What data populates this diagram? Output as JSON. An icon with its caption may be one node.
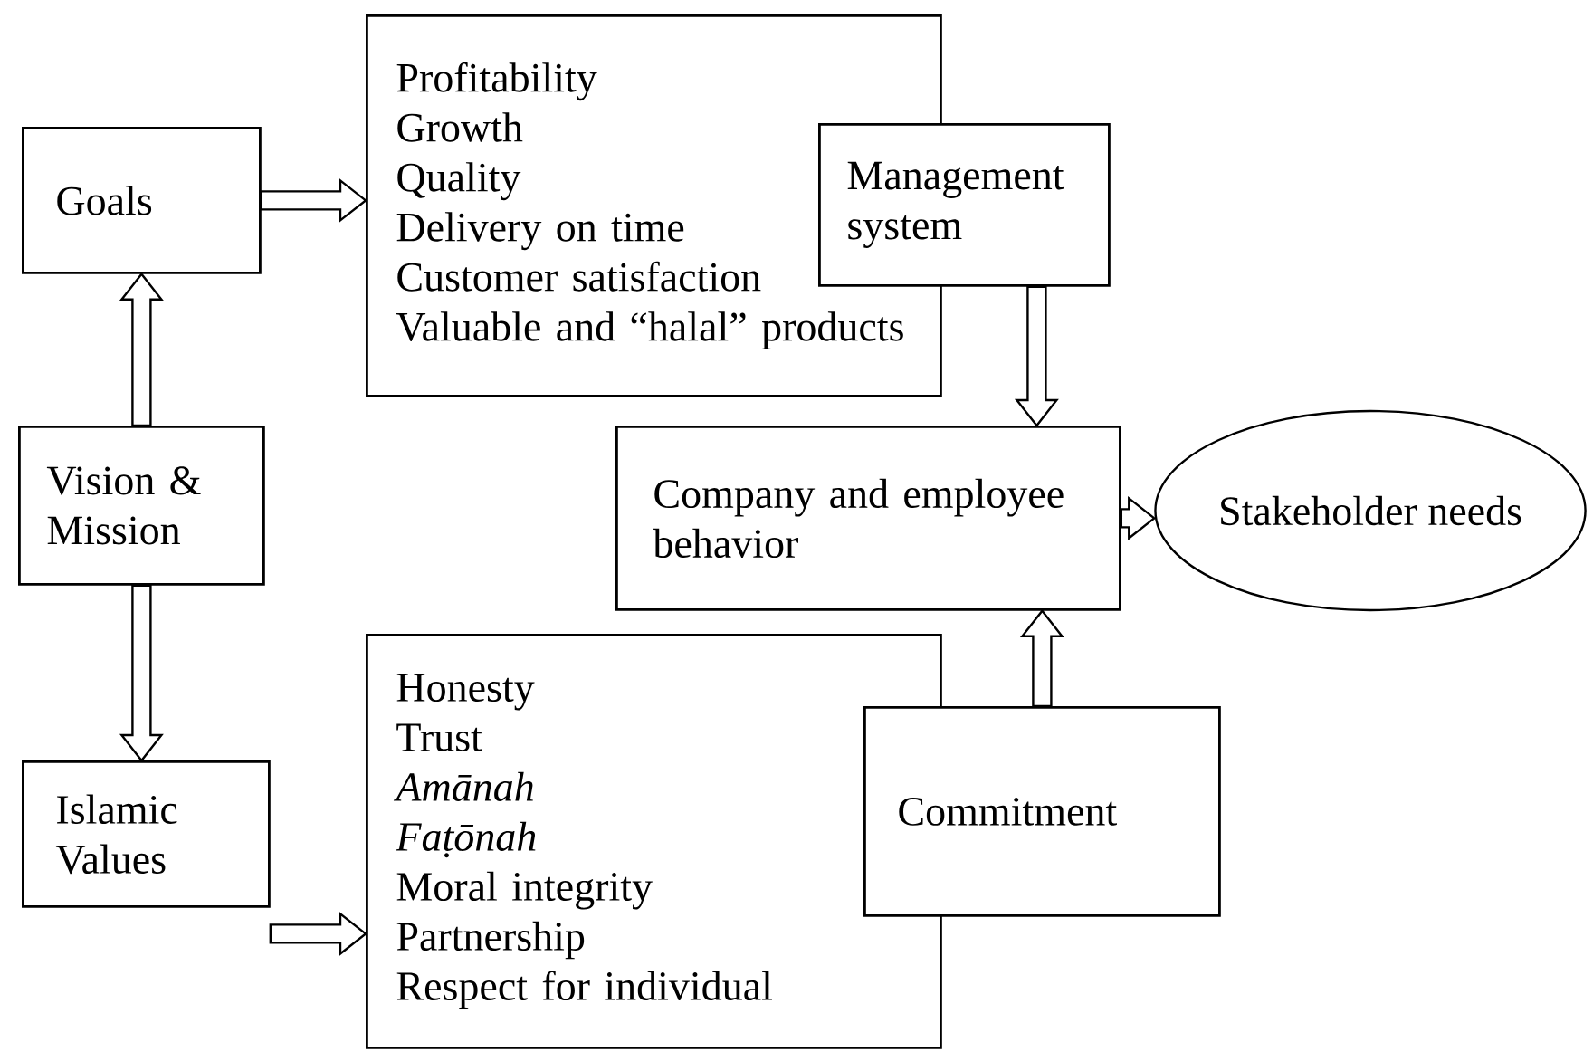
{
  "diagram": {
    "nodes": [
      {
        "text": [
          "Goals"
        ]
      },
      {
        "text": [
          "Profitability",
          "Growth",
          "Quality",
          "Delivery on time",
          "Customer satisfaction",
          "Valuable and “halal” products"
        ]
      },
      {
        "text": [
          "Management system"
        ]
      },
      {
        "text": [
          "Vision & Mission"
        ]
      },
      {
        "text": [
          "Islamic Values"
        ]
      },
      {
        "text": [
          "Honesty",
          "Trust",
          "Amānah",
          "Faṭōnah",
          "Moral integrity",
          "Partnership",
          "Respect for individual"
        ]
      },
      {
        "text": [
          "Company and employee behavior"
        ]
      },
      {
        "text": [
          "Commitment"
        ]
      },
      {
        "text": [
          "Stakeholder needs"
        ]
      }
    ],
    "edges": [
      {
        "from": 0,
        "to": 1,
        "arrow": "to"
      },
      {
        "from": 3,
        "to": 0,
        "arrow": "to"
      },
      {
        "from": 3,
        "to": 4,
        "arrow": "to"
      },
      {
        "from": 4,
        "to": 5,
        "arrow": "to"
      },
      {
        "from": 2,
        "to": 6,
        "arrow": "to"
      },
      {
        "from": 7,
        "to": 6,
        "arrow": "to"
      },
      {
        "from": 6,
        "to": 8,
        "arrow": "to"
      }
    ]
  }
}
